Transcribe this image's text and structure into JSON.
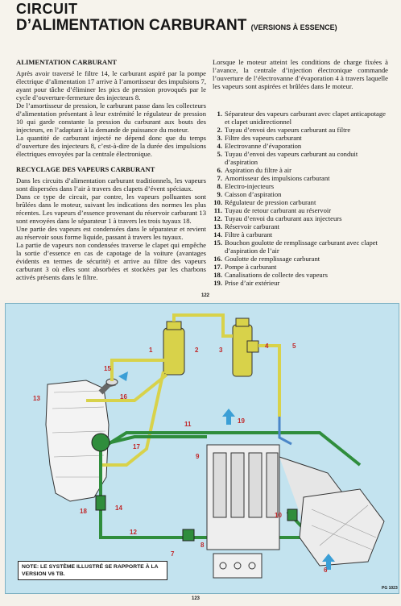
{
  "title_line1": "CIRCUIT",
  "title_line2": "D’ALIMENTATION CARBURANT",
  "title_sub": "(VERSIONS À ESSENCE)",
  "sections": {
    "alim_heading": "ALIMENTATION CARBURANT",
    "alim_p1": "Après avoir traversé le filtre 14, le carburant aspiré par la pompe électrique d’alimentation 17 arrive à l’amortisseur des impulsions 7, ayant pour tâche d’éliminer les pics de pression provoqués par le cycle d’ouverture-fermeture des injecteurs 8.",
    "alim_p2": "De l’amortisseur de pression, le carburant passe dans les collecteurs d’alimentation présentant à leur extrémité le régulateur de pression 10 qui garde constante la pression du carburant aux bouts des injecteurs, en l’adaptant à la demande de puissance du moteur.",
    "alim_p3": "La quantité de carburant injecté ne dépend donc que du temps d’ouverture des injecteurs 8, c’est-à-dire de la durée des impulsions électriques envoyées par la centrale électronique.",
    "recyc_heading": "RECYCLAGE DES VAPEURS CARBURANT",
    "recyc_p1": "Dans les circuits d’alimentation carburant traditionnels, les vapeurs sont dispersées dans l’air à travers des clapets d’évent spéciaux.",
    "recyc_p2": "Dans ce type de circuit, par contre, les vapeurs polluantes sont brûlées dans le moteur, suivant les indications des normes les plus récentes. Les vapeurs d’essence provenant du réservoir carburant 13 sont envoyées dans le séparateur 1 à travers les trois tuyaux 18.",
    "recyc_p3": "Une partie des vapeurs est condensées dans le séparateur et revient au réservoir sous forme liquide, passant à travers les tuyaux.",
    "recyc_p4": "La partie de vapeurs non condensées traverse le clapet qui empêche la sortie d’essence en cas de capotage de la voiture (avantages évidents en termes de sécurité) et arrive au filtre des vapeurs carburant 3 où elles sont absorbées et stockées par les charbons activés présents dans le filtre.",
    "right_p1": "Lorsque le moteur atteint les conditions de charge fixées à l’avance, la centrale d’injection électronique commande l’ouverture de l’électrovanne d’évaporation 4 à travers laquelle les vapeurs sont aspirées et brûlées dans le moteur."
  },
  "legend": [
    {
      "n": "1.",
      "t": "Séparateur des vapeurs carburant avec clapet anticapotage et clapet unidirectionnel"
    },
    {
      "n": "2.",
      "t": "Tuyau d’envoi des vapeurs carburant au filtre"
    },
    {
      "n": "3.",
      "t": "Filtre des vapeurs carburant"
    },
    {
      "n": "4.",
      "t": "Electrovanne d’évaporation"
    },
    {
      "n": "5.",
      "t": "Tuyau d’envoi des vapeurs carburant au conduit d’aspiration"
    },
    {
      "n": "6.",
      "t": "Aspiration du filtre à air"
    },
    {
      "n": "7.",
      "t": "Amortisseur des impulsions carburant"
    },
    {
      "n": "8.",
      "t": "Electro-injecteurs"
    },
    {
      "n": "9.",
      "t": "Caisson d’aspiration"
    },
    {
      "n": "10.",
      "t": "Régulateur de pression carburant"
    },
    {
      "n": "11.",
      "t": "Tuyau de retour carburant au réservoir"
    },
    {
      "n": "12.",
      "t": "Tuyau d’envoi du carburant aux injecteurs"
    },
    {
      "n": "13.",
      "t": "Réservoir carburant"
    },
    {
      "n": "14.",
      "t": "Filtre à carburant"
    },
    {
      "n": "15.",
      "t": "Bouchon goulotte de remplissage carburant avec clapet d’aspiration de l’air"
    },
    {
      "n": "16.",
      "t": "Goulotte de remplissage carburant"
    },
    {
      "n": "17.",
      "t": "Pompe à carburant"
    },
    {
      "n": "18.",
      "t": "Canalisations de collecte des vapeurs"
    },
    {
      "n": "19.",
      "t": "Prise d’air extérieur"
    }
  ],
  "page_top_number": "122",
  "page_bottom_number": "123",
  "diagram_ref": "PG 1023",
  "note": "NOTE: LE SYSTÈME ILLUSTRÉ SE RAPPORTE À LA VERSION V6 TB.",
  "callouts": [
    "1",
    "2",
    "3",
    "4",
    "5",
    "6",
    "7",
    "8",
    "9",
    "10",
    "11",
    "12",
    "13",
    "14",
    "15",
    "16",
    "17",
    "18",
    "19"
  ],
  "colors": {
    "diagram_bg": "#c3e3ef",
    "vapour_line": "#d8d24a",
    "fuel_line": "#2f8d3c",
    "return_line": "#4a86c8",
    "callout": "#c0282a",
    "arrow": "#3b9fd6"
  }
}
